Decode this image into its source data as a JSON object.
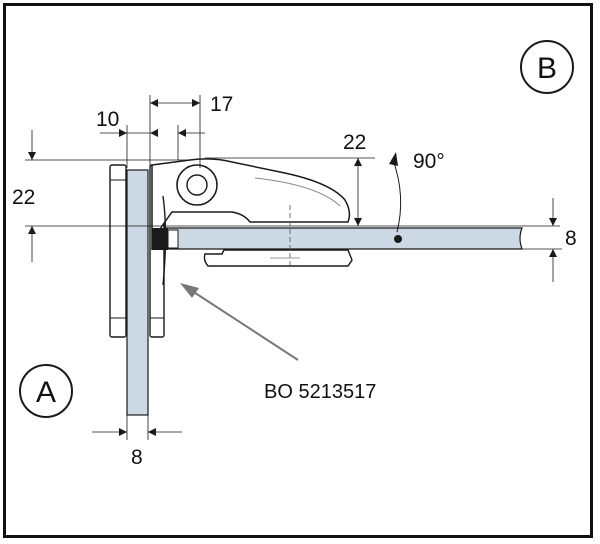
{
  "colors": {
    "glass": "#ccd8e4",
    "outline": "#1a1a1a",
    "hardware": "#ffffff",
    "pointer": "#777777"
  },
  "labels": {
    "view_a": "A",
    "view_b": "B",
    "part_number": "BO 5213517",
    "angle": "90°"
  },
  "dimensions": {
    "left_height": "22",
    "offset_10": "10",
    "offset_17": "17",
    "top_height": "22",
    "glass_thickness_right": "8",
    "glass_thickness_bottom": "8"
  }
}
